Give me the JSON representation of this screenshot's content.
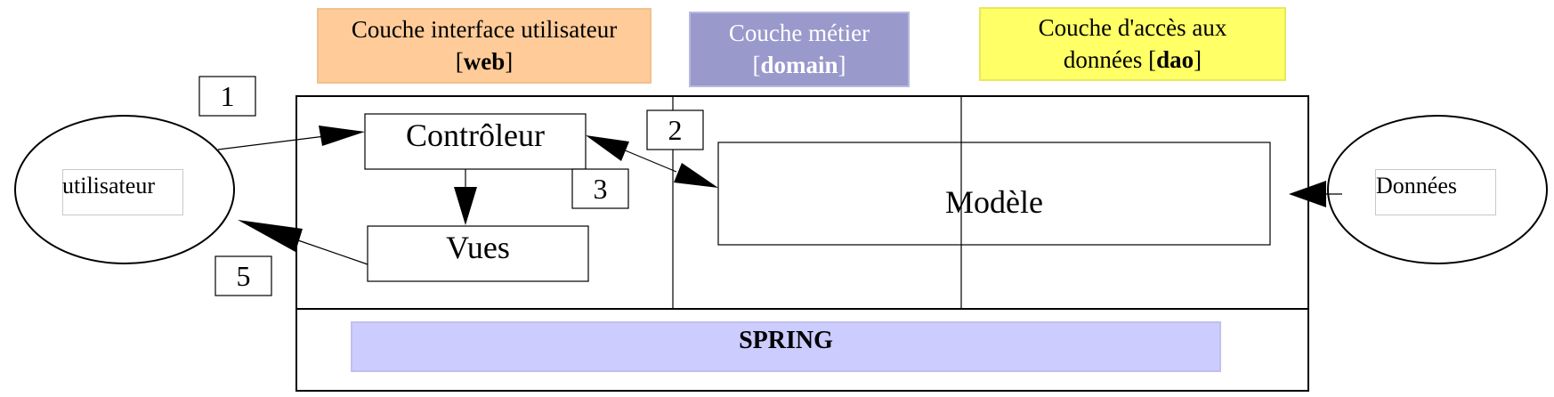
{
  "layers": {
    "ui": {
      "line1": "Couche interface utilisateur",
      "bracket_open": "[",
      "tag": "web",
      "bracket_close": "]",
      "color": "#ffcc99"
    },
    "domain": {
      "line1": "Couche métier",
      "bracket_open": "[",
      "tag": "domain",
      "bracket_close": "]",
      "color": "#9999cc"
    },
    "dao": {
      "line1": "Couche d'accès aux",
      "line2": "données",
      "bracket_open": "[",
      "tag": "dao",
      "bracket_close": "]",
      "color": "#ffff66"
    }
  },
  "nodes": {
    "user": "utilisateur",
    "controller": "Contrôleur",
    "views": "Vues",
    "model": "Modèle",
    "data": "Données"
  },
  "steps": {
    "s1": "1",
    "s2": "2",
    "s3": "3",
    "s5": "5"
  },
  "spring": {
    "label": "SPRING",
    "color": "#ccccff"
  }
}
